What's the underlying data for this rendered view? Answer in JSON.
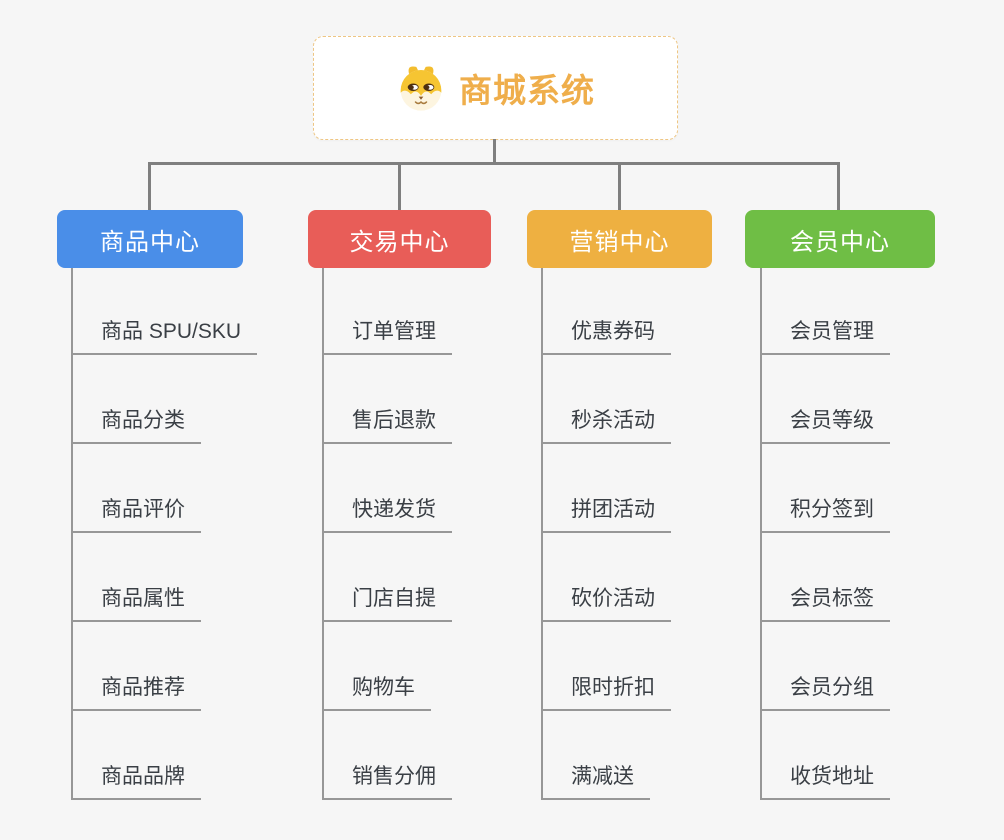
{
  "page": {
    "background_color": "#f6f6f6"
  },
  "root": {
    "title": "商城系统",
    "accent_color": "#efae4b",
    "border_color": "#eec684",
    "icon": "dog-face-icon"
  },
  "branches": [
    {
      "label": "商品中心",
      "color": "#4a8ee8",
      "items": [
        "商品 SPU/SKU",
        "商品分类",
        "商品评价",
        "商品属性",
        "商品推荐",
        "商品品牌"
      ]
    },
    {
      "label": "交易中心",
      "color": "#e85d58",
      "items": [
        "订单管理",
        "售后退款",
        "快递发货",
        "门店自提",
        "购物车",
        "销售分佣"
      ]
    },
    {
      "label": "营销中心",
      "color": "#eeb041",
      "items": [
        "优惠券码",
        "秒杀活动",
        "拼团活动",
        "砍价活动",
        "限时折扣",
        "满减送"
      ]
    },
    {
      "label": "会员中心",
      "color": "#6fbe45",
      "items": [
        "会员管理",
        "会员等级",
        "积分签到",
        "会员标签",
        "会员分组",
        "收货地址"
      ]
    }
  ],
  "lines": {
    "connector_color": "#7f7f7f",
    "leaf_line_color": "#979797"
  }
}
